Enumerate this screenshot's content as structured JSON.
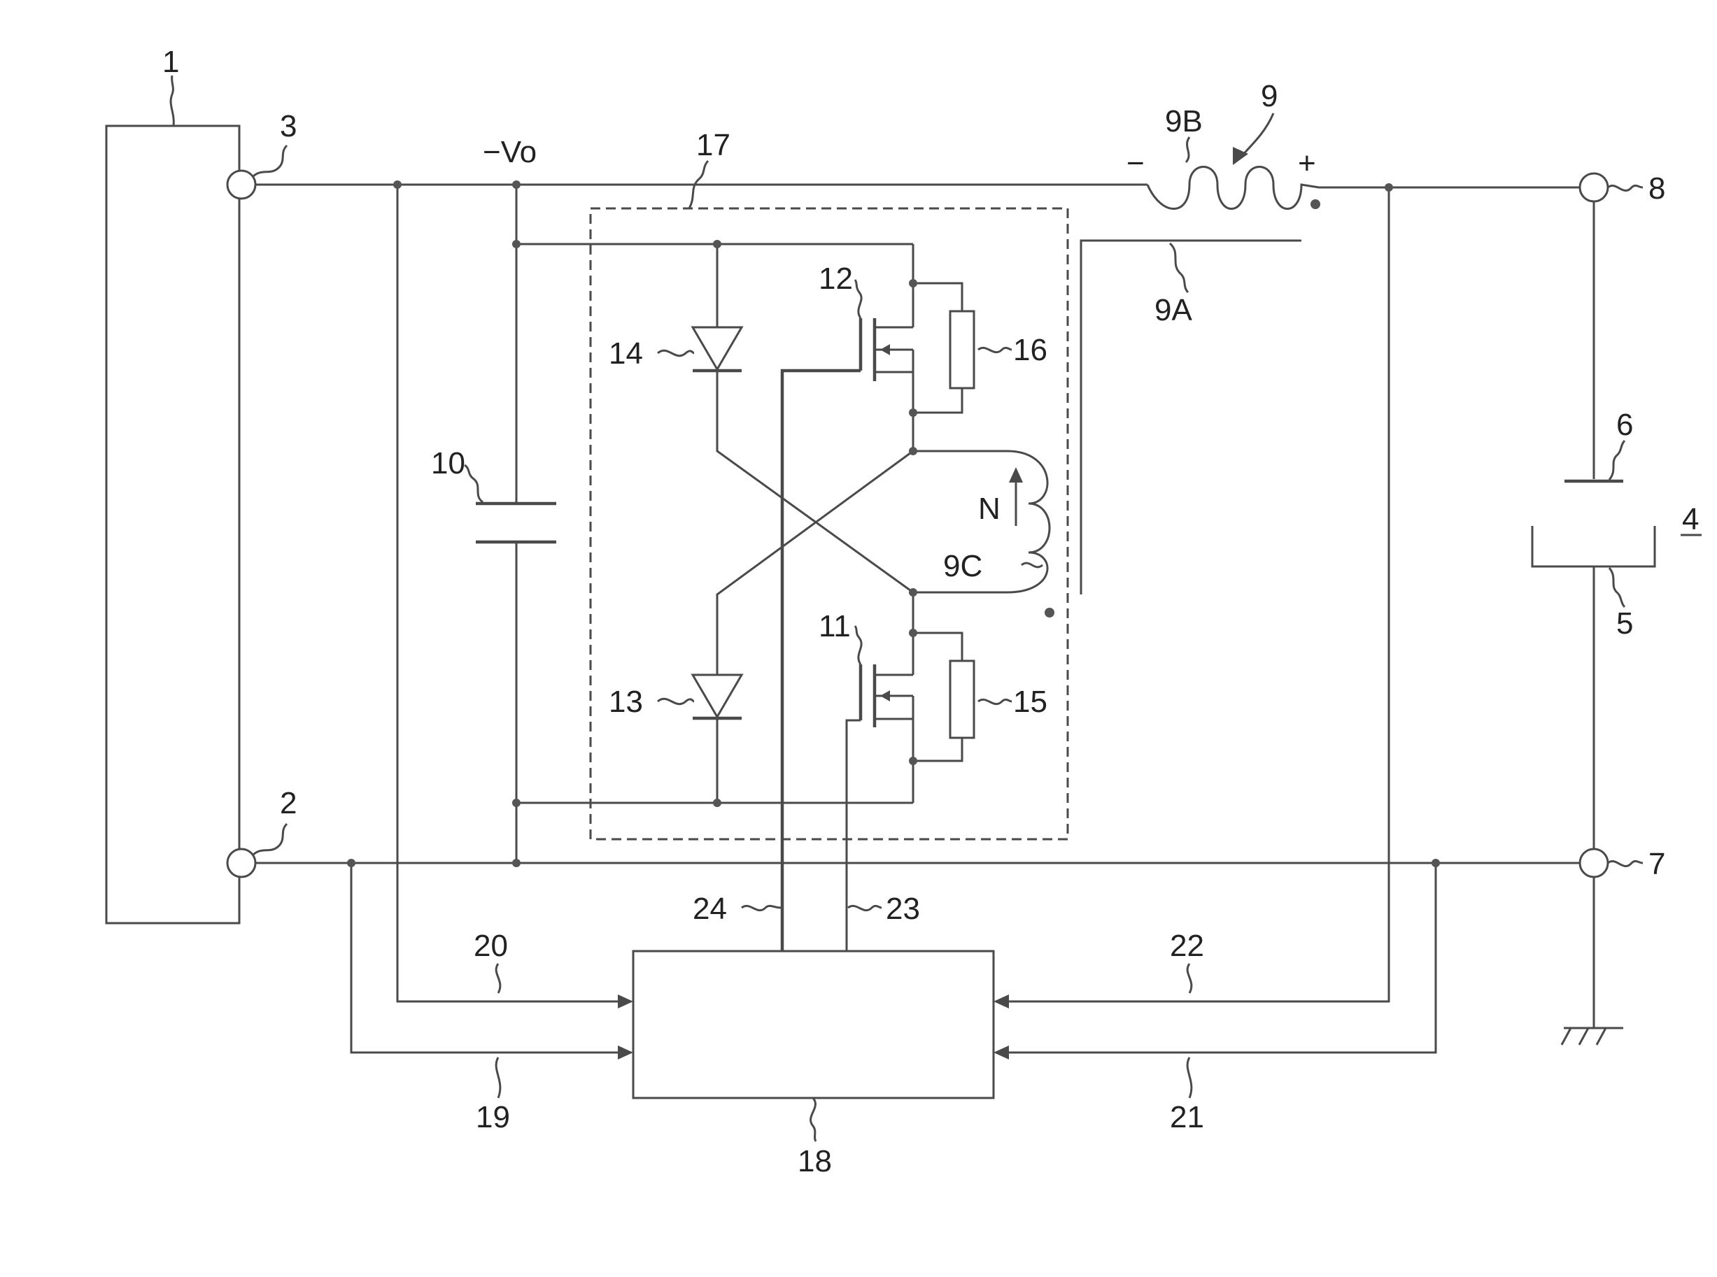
{
  "labels": {
    "n1": "1",
    "n2": "2",
    "n3": "3",
    "n4": "4",
    "n5": "5",
    "n6": "6",
    "n7": "7",
    "n8": "8",
    "n9": "9",
    "n9A": "9A",
    "n9B": "9B",
    "n9C": "9C",
    "n10": "10",
    "n11": "11",
    "n12": "12",
    "n13": "13",
    "n14": "14",
    "n15": "15",
    "n16": "16",
    "n17": "17",
    "n18": "18",
    "n19": "19",
    "n20": "20",
    "n21": "21",
    "n22": "22",
    "n23": "23",
    "n24": "24",
    "vo": "−Vo",
    "minus": "−",
    "plus": "+",
    "N": "N"
  }
}
